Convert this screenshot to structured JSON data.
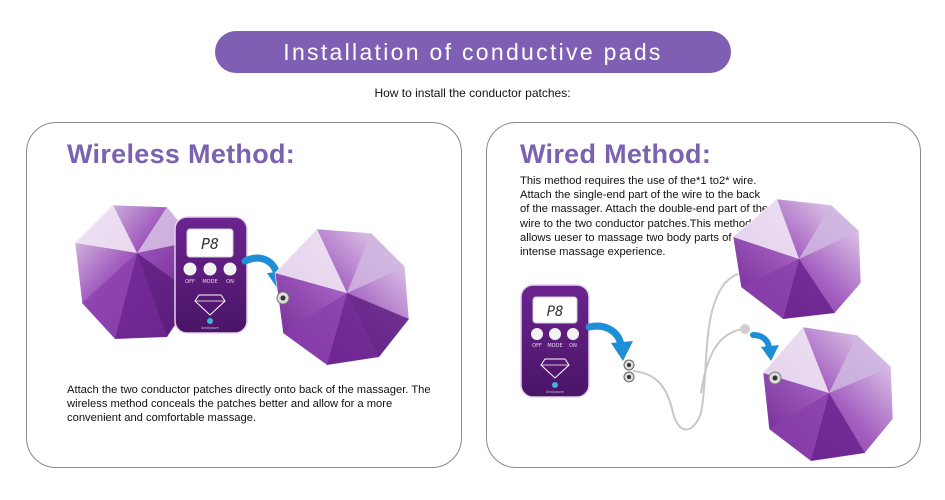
{
  "header": {
    "title": "Installation of conductive pads",
    "subtitle": "How to install the conductor patches:"
  },
  "wireless": {
    "title": "Wireless Method:",
    "description": "Attach the two conductor patches directly onto back of the massager. The wireless method conceals the patches better and allow for a more convenient and comfortable massage."
  },
  "wired": {
    "title": "Wired Method:",
    "description": "This method requires the use of the*1 to2* wire. Attach the single-end part of the wire to the back of the massager. Attach the double-end part of the wire to the two conductor patches.This method allows ueser to massage two body parts of a more intense massage experience."
  },
  "device": {
    "display": "P8",
    "off_label": "OFF",
    "mode_label": "MODE",
    "on_label": "ON",
    "brand": "Amilyoure"
  },
  "colors": {
    "accent": "#7f5fb3",
    "title_text": "#7a62b0",
    "gem": "#7b2e9c",
    "arrow": "#1e8fd6",
    "device": "#5a1a78"
  }
}
